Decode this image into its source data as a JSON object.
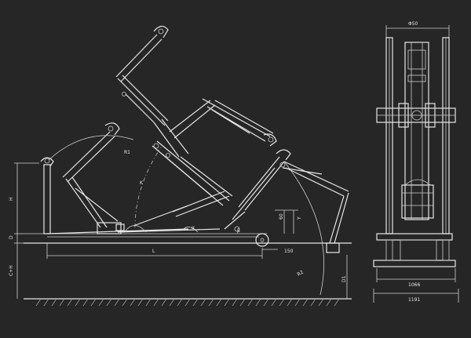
{
  "background_color": "#262626",
  "line_color": "#e6e6e6",
  "side_view": {
    "labels": {
      "H": "H",
      "D": "D",
      "C_H": "C+H",
      "L": "L",
      "R1": "R1",
      "R2": "R2",
      "D1": "D1",
      "K": "K",
      "alpha": "α",
      "beta": "β",
      "dim_60": "60",
      "dim_150": "150",
      "Y": "Y"
    }
  },
  "front_view": {
    "labels": {
      "top_width": "Φ50",
      "inner_width": "1066",
      "outer_width": "1191"
    }
  }
}
